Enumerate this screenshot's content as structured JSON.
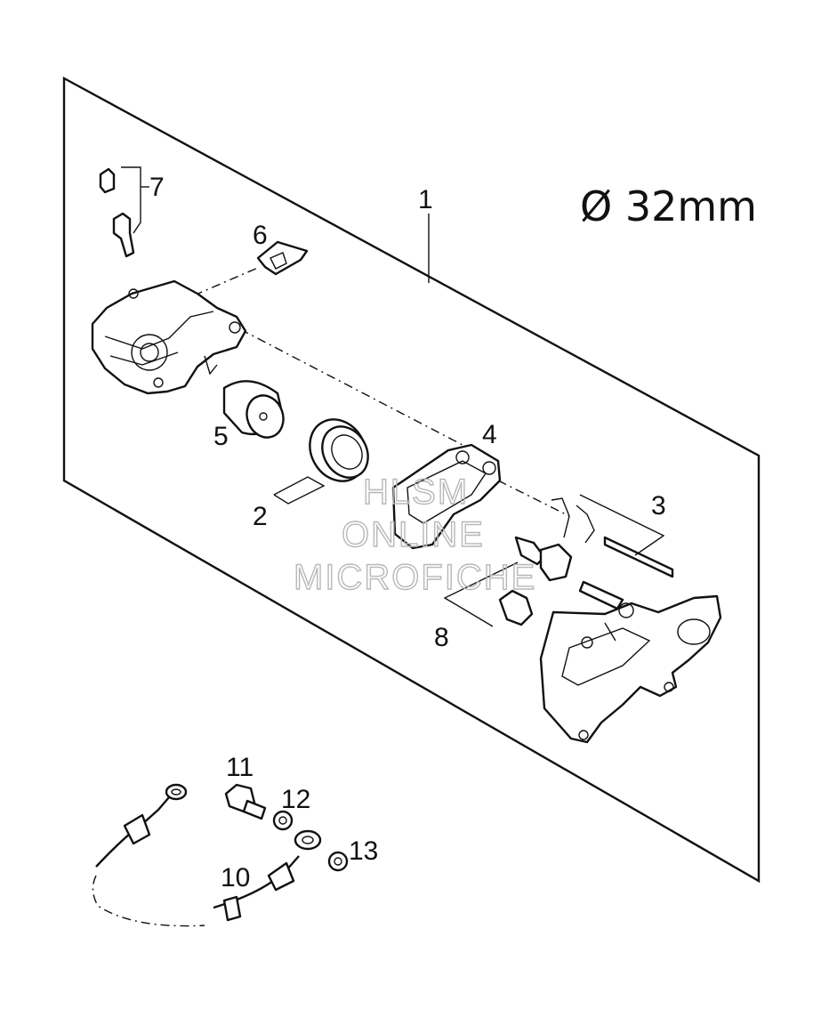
{
  "diagram": {
    "spec_label": "Ø 32mm",
    "callouts": {
      "p1": "1",
      "p2": "2",
      "p3": "3",
      "p4": "4",
      "p5": "5",
      "p6": "6",
      "p7": "7",
      "p8": "8",
      "p10": "10",
      "p11": "11",
      "p12": "12",
      "p13": "13"
    },
    "watermark": {
      "line1": "HLSM",
      "line2": "ONLINE",
      "line3": "MICROFICHE"
    }
  }
}
